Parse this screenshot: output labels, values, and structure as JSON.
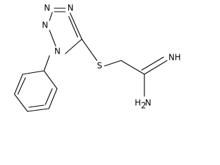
{
  "molecule": {
    "atoms": {
      "n1": "N",
      "n2": "N",
      "n3": "N",
      "n4": "N",
      "s": "S",
      "nh": "NH",
      "nh2_n": "H",
      "nh2_sub": "2",
      "nh2_tail": "N"
    }
  }
}
